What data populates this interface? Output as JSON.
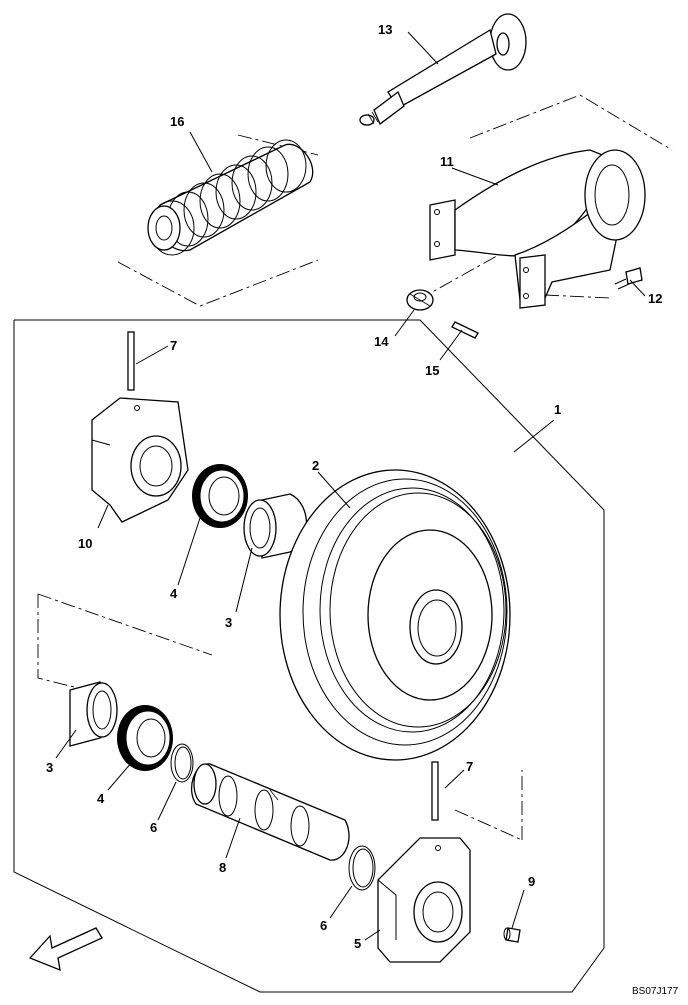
{
  "drawing_code": "BS07J177",
  "callouts": {
    "c1": "1",
    "c2": "2",
    "c3a": "3",
    "c3b": "3",
    "c4a": "4",
    "c4b": "4",
    "c5": "5",
    "c6a": "6",
    "c6b": "6",
    "c7a": "7",
    "c7b": "7",
    "c8": "8",
    "c9": "9",
    "c10": "10",
    "c11": "11",
    "c12": "12",
    "c13": "13",
    "c14": "14",
    "c15": "15",
    "c16": "16"
  },
  "icons": {
    "direction_arrow": "front-direction-arrow-icon"
  }
}
